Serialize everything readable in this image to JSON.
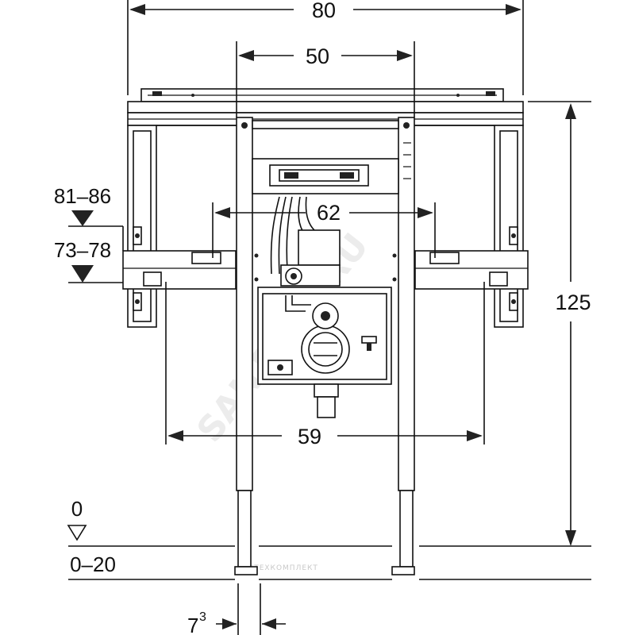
{
  "dimensions": {
    "overall_width": "80",
    "frame_width": "50",
    "fixing_spacing": "62",
    "lower_spacing": "59",
    "height": "125",
    "upper_range": "81–86",
    "lower_range": "73–78",
    "floor_level": "0",
    "floor_range": "0–20",
    "foot_value": "7",
    "foot_superscript": "3"
  },
  "watermark": {
    "main": "SANTECH.RU",
    "small": "САНТЕХКОМПЛЕКТ"
  },
  "colors": {
    "line": "#111111",
    "fill": "#ffffff",
    "dark_part": "#222222"
  }
}
